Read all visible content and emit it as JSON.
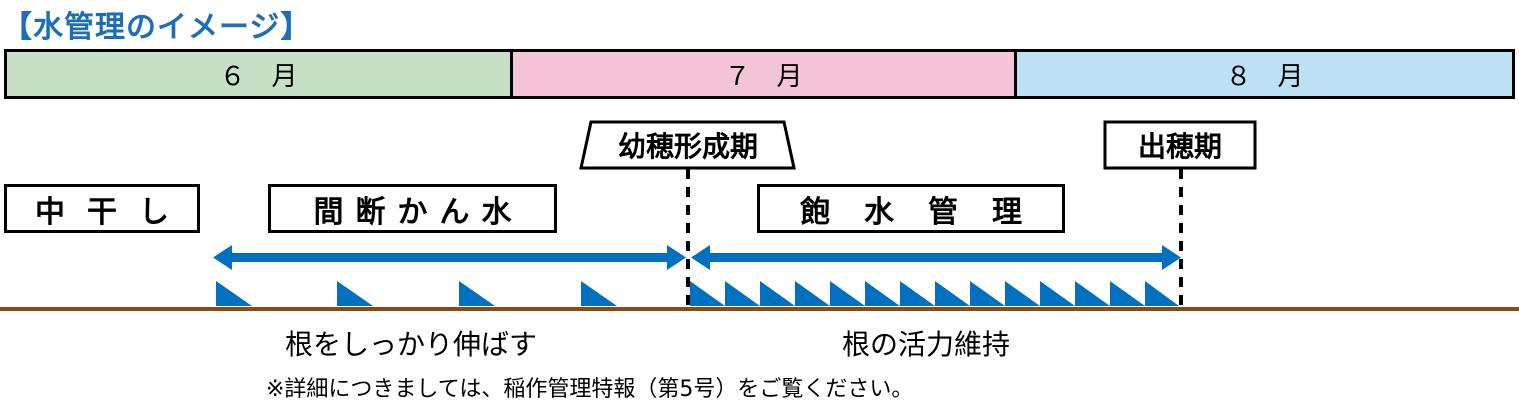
{
  "title": "【水管理のイメージ】",
  "months": [
    "６　月",
    "７　月",
    "８　月"
  ],
  "milestones": {
    "panicle_formation": "幼穂形成期",
    "heading": "出穂期"
  },
  "phases": {
    "midseason_drainage": "中干し",
    "intermittent_irrigation": "間断かん水",
    "saturated_water": "飽水管理"
  },
  "captions": {
    "left": "根をしっかり伸ばす",
    "right": "根の活力維持"
  },
  "note": "※詳細につきましては、稲作管理特報（第5号）をご覧ください。",
  "colors": {
    "arrow": "#0070c0",
    "ground": "#8b4a13",
    "june": "#c5e0c4",
    "july": "#f4c5d9",
    "august": "#bde0f4",
    "title": "#1a6fb8"
  }
}
